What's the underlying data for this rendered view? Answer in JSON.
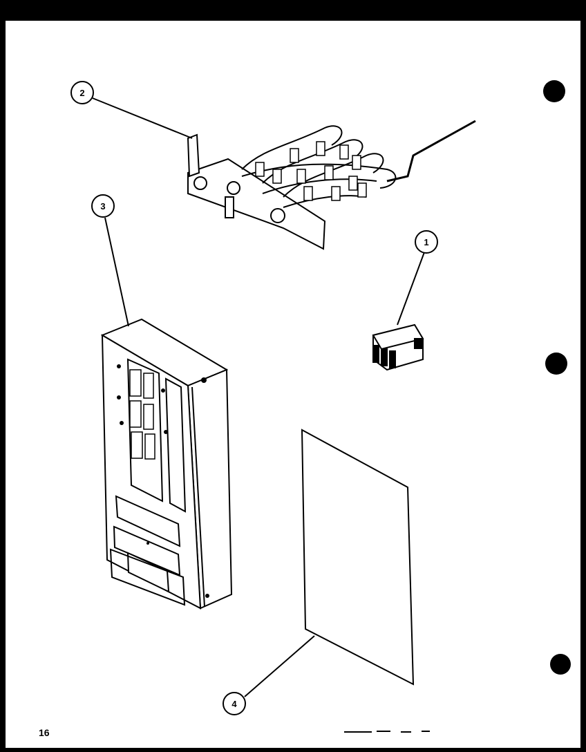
{
  "callouts": {
    "c1": "1",
    "c2": "2",
    "c3": "3",
    "c4": "4"
  },
  "page_number": "16",
  "colors": {
    "ink": "#000000",
    "paper": "#ffffff",
    "border": "#000000"
  }
}
